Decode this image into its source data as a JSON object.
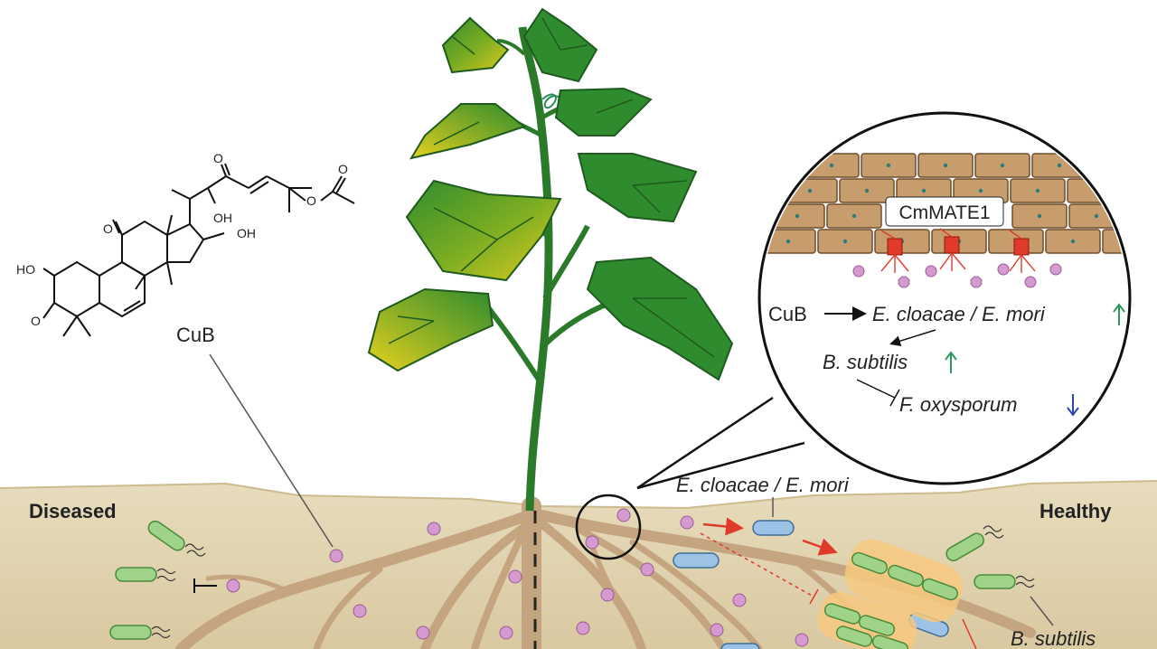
{
  "labels": {
    "diseased": "Diseased",
    "healthy": "Healthy",
    "cub": "CuB",
    "cmmate1": "CmMATE1",
    "soil_bacteria": "E. cloacae / E. mori",
    "b_subtilis_bottom": "B. subtilis"
  },
  "inset": {
    "row1_cub": "CuB",
    "row1_target": "E. cloacae / E. mori",
    "row2": "B. subtilis",
    "row3": "F. oxysporum"
  },
  "molecule": {
    "oh_left": "HO",
    "oh_side": "OH",
    "oh_ring": "OH",
    "o_top": "O",
    "o_mid": "O",
    "o_left": "O",
    "o_ester": "O",
    "o_carbonyl": "O"
  },
  "colors": {
    "soil": "#ded1ae",
    "root": "#c4a57f",
    "leaf": "#2f8c2e",
    "leaf_yellow": "#d8c520",
    "brick": "#c79d6e",
    "molecule_dot": "#d59ad0",
    "transporter": "#e03a2a",
    "arrow_up": "#2f9a5e",
    "arrow_down": "#2b46b3",
    "rod_green": "#9fd38a",
    "rod_blue": "#9cc3e6",
    "halo": "#f7c97f"
  }
}
